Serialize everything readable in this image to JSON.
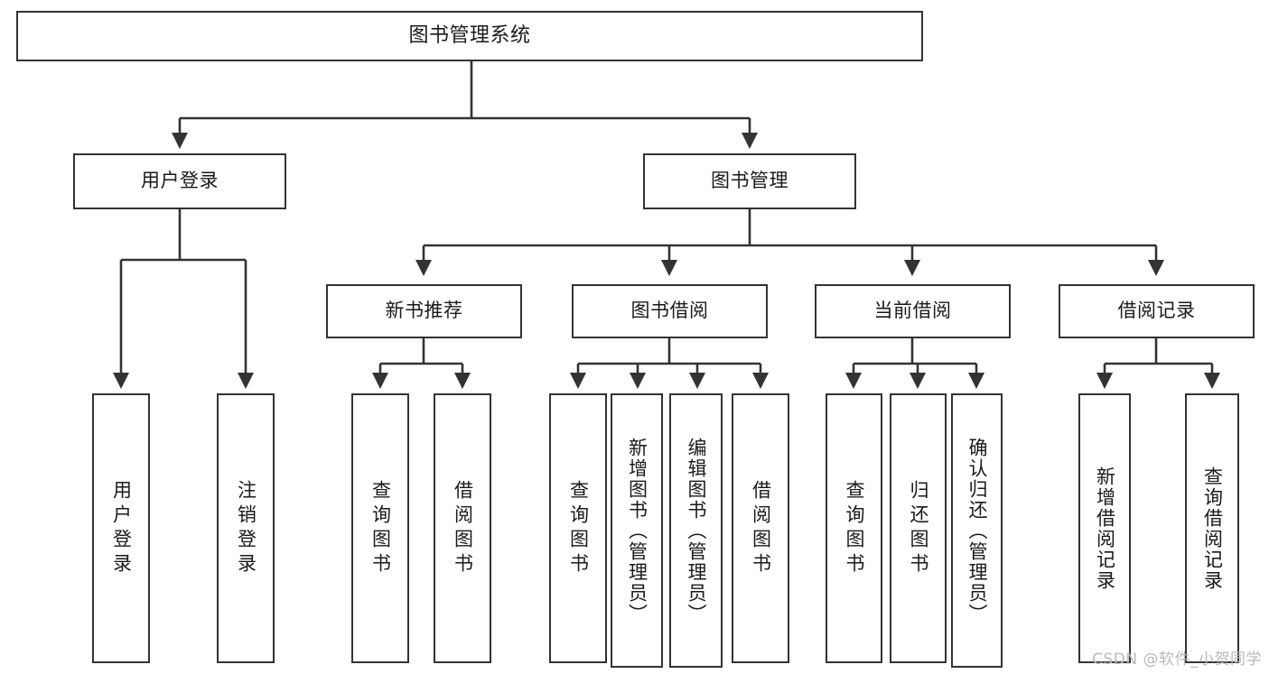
{
  "diagram": {
    "title": "图书管理系统",
    "type": "tree-hierarchy-functional-structure",
    "root": {
      "id": "root",
      "label": "图书管理系统"
    },
    "level2": [
      {
        "id": "user-login",
        "label": "用户登录"
      },
      {
        "id": "book-manage",
        "label": "图书管理"
      }
    ],
    "level3": [
      {
        "id": "new-book-rec",
        "label": "新书推荐"
      },
      {
        "id": "book-borrow",
        "label": "图书借阅"
      },
      {
        "id": "current-borrow",
        "label": "当前借阅"
      },
      {
        "id": "borrow-record",
        "label": "借阅记录"
      }
    ],
    "leaves": {
      "user_login": [
        {
          "id": "leaf-user-login",
          "label": "用户登录"
        },
        {
          "id": "leaf-logout",
          "label": "注销登录"
        }
      ],
      "new_book_rec": [
        {
          "id": "leaf-query-book-1",
          "label": "查询图书"
        },
        {
          "id": "leaf-borrow-book-1",
          "label": "借阅图书"
        }
      ],
      "book_borrow": [
        {
          "id": "leaf-query-book-2",
          "label": "查询图书"
        },
        {
          "id": "leaf-add-book-admin",
          "label": "新增图书（管理员）"
        },
        {
          "id": "leaf-edit-book-admin",
          "label": "编辑图书（管理员）"
        },
        {
          "id": "leaf-borrow-book-2",
          "label": "借阅图书"
        }
      ],
      "current_borrow": [
        {
          "id": "leaf-query-book-3",
          "label": "查询图书"
        },
        {
          "id": "leaf-return-book",
          "label": "归还图书"
        },
        {
          "id": "leaf-confirm-return-admin",
          "label": "确认归还（管理员）"
        }
      ],
      "borrow_record": [
        {
          "id": "leaf-add-borrow-record",
          "label": "新增借阅记录"
        },
        {
          "id": "leaf-query-borrow-record",
          "label": "查询借阅记录"
        }
      ]
    },
    "watermark": "CSDN @软件_小贺同学",
    "colors": {
      "border": "#333333",
      "background": "#ffffff",
      "text": "#1a1a1a",
      "watermark": "#b9b9b9"
    }
  }
}
